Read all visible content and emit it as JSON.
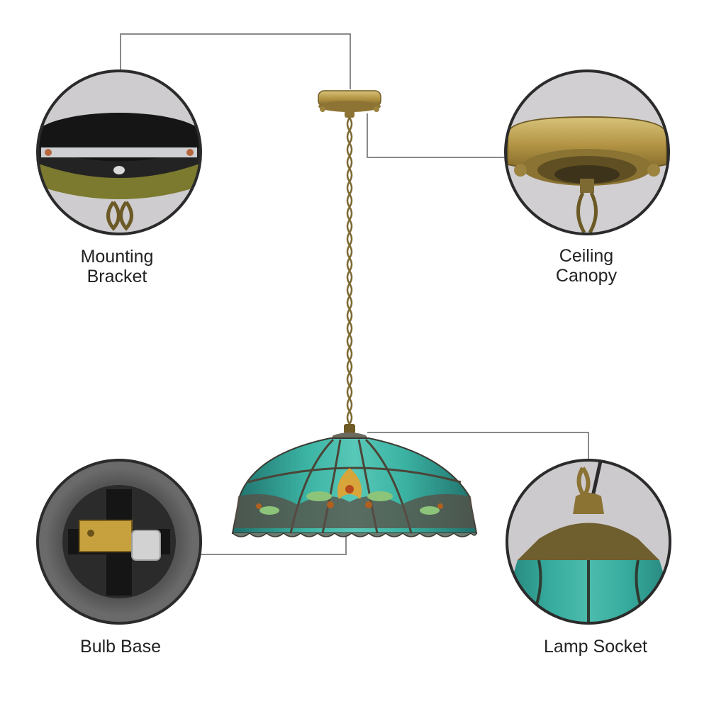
{
  "callouts": {
    "mounting_bracket": {
      "label": "Mounting\nBracket",
      "icon": "mounting-bracket-detail"
    },
    "ceiling_canopy": {
      "label": "Ceiling\nCanopy",
      "icon": "ceiling-canopy-detail"
    },
    "bulb_base": {
      "label": "Bulb Base",
      "icon": "bulb-base-detail"
    },
    "lamp_socket": {
      "label": "Lamp Socket",
      "icon": "lamp-socket-detail"
    }
  },
  "colors": {
    "background": "#ffffff",
    "connector_line": "#8a8a8a",
    "circle_border": "#2b2b2b",
    "brass": "#b89a45",
    "glass_teal": "#2fa59a",
    "label_text": "#222222"
  }
}
